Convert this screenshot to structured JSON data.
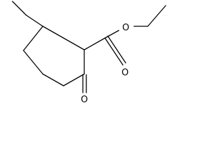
{
  "molecule": {
    "atoms": {
      "ketone_oxygen": "O",
      "ester_carbonyl_oxygen": "O",
      "ester_ether_oxygen": "O"
    }
  },
  "colors": {
    "bond": "#000000",
    "label": "#000000",
    "background": "#ffffff"
  }
}
